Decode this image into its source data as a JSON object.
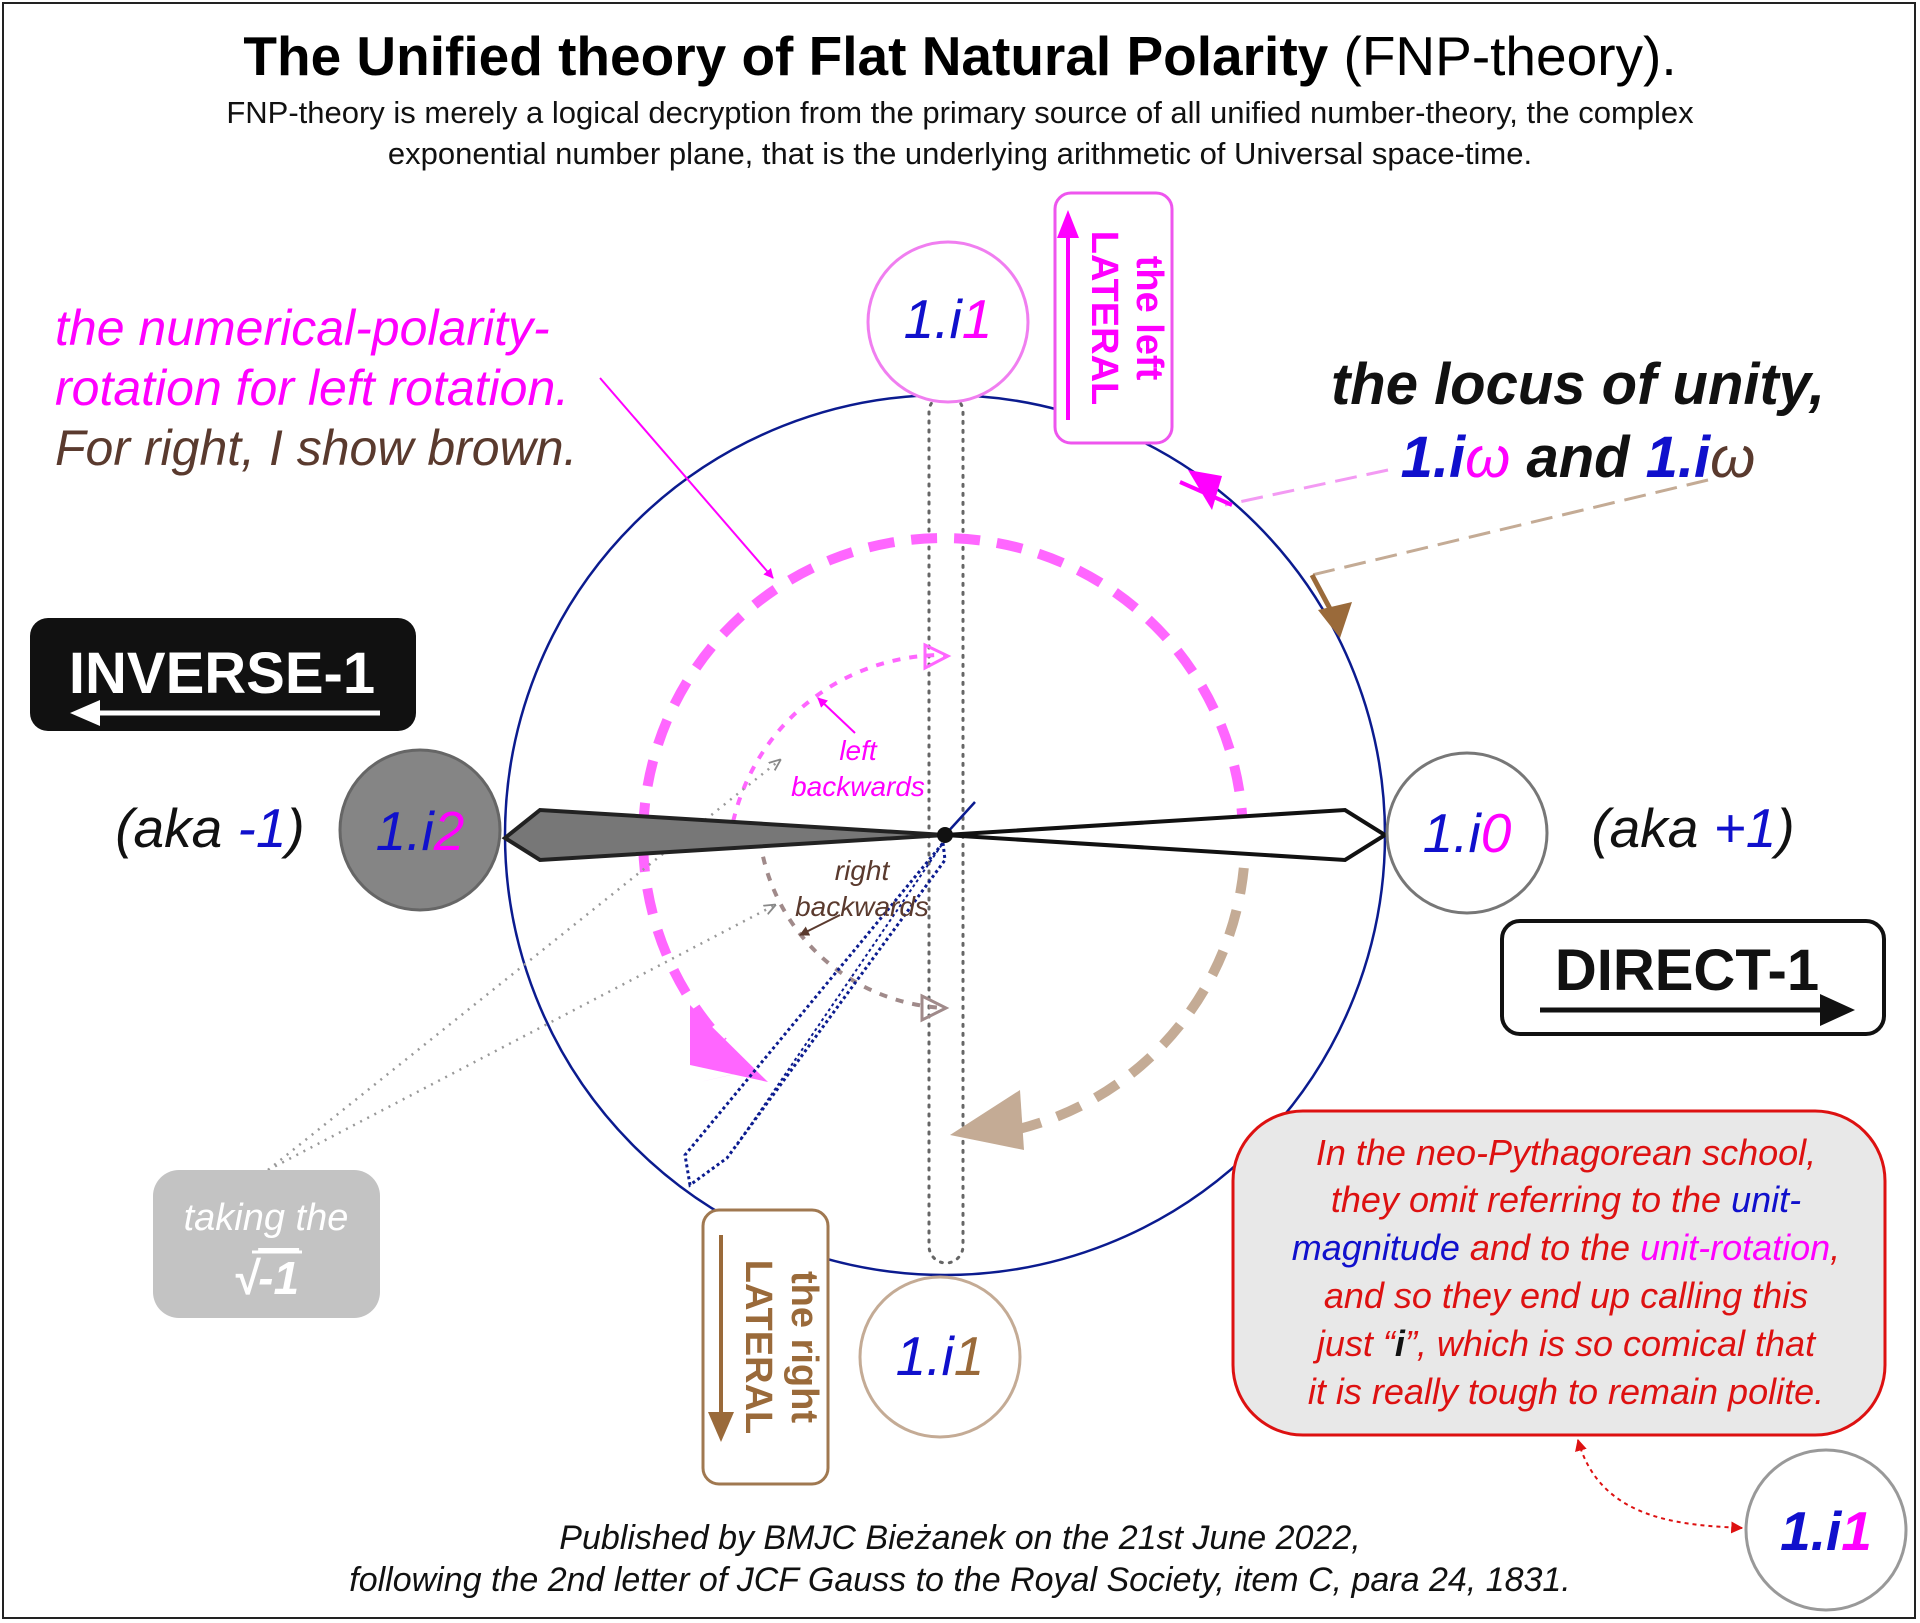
{
  "title": {
    "bold": "The Unified theory of Flat Natural Polarity",
    "normal": " (FNP-theory)."
  },
  "subtitle": {
    "line1": "FNP-theory is merely a logical decryption from the primary source of all unified number-theory, the complex",
    "line2": "exponential number plane, that is the underlying arithmetic of Universal space-time."
  },
  "left_note": {
    "line1": "the numerical-polarity-",
    "line2": "rotation for left rotation.",
    "line3": "For right, I show brown."
  },
  "locus": {
    "line1": "the locus of unity,",
    "one_a": "1.",
    "i_a": "i",
    "omega_a": "ω",
    "and": " and ",
    "one_b": "1.",
    "i_b": "i",
    "omega_b": "ω"
  },
  "points": {
    "top": {
      "one": "1.",
      "i": "i",
      "n": "1"
    },
    "bottom": {
      "one": "1.",
      "i": "i",
      "n": "1"
    },
    "left": {
      "one": "1.",
      "i": "i",
      "n": "2"
    },
    "right": {
      "one": "1.",
      "i": "i",
      "n": "0"
    },
    "corner": {
      "one": "1.",
      "i": "i",
      "n": "1"
    }
  },
  "aka_left": {
    "open": "(aka ",
    "value": "-1",
    "close": ")"
  },
  "aka_right": {
    "open": "(aka ",
    "value": "+1",
    "close": ")"
  },
  "inverse_label": "INVERSE-1",
  "direct_label": "DIRECT-1",
  "left_lateral": {
    "line1": "the left",
    "line2": "LATERAL"
  },
  "right_lateral": {
    "line1": "the right",
    "line2": "LATERAL"
  },
  "left_backwards": {
    "line1": "left",
    "line2": "backwards"
  },
  "right_backwards": {
    "line1": "right",
    "line2": "backwards"
  },
  "sqrt_box": {
    "line1": "taking the",
    "radical": "√",
    "radicand": "-1"
  },
  "neo_note": {
    "l1": "In the neo-Pythagorean school,",
    "l2a": "they omit referring to the ",
    "l2b": "unit-",
    "l3a": "magnitude",
    "l3b": " and to the ",
    "l3c": "unit-rotation",
    "l3d": ",",
    "l4": "and so they end up calling this",
    "l5a": "just “",
    "l5b": "i",
    "l5c": "”, which is so comical that",
    "l6": "it is really tough to remain polite."
  },
  "footer": {
    "line1": "Published by BMJC Bieżanek on the 21st June 2022,",
    "line2": "following the 2nd letter of JCF Gauss to the Royal Society, item C, para 24, 1831."
  },
  "colors": {
    "magenta": "#ff00ff",
    "blue": "#1010cc",
    "brown": "#5a3a2e",
    "tan_brown": "#9a6a3a",
    "red": "#dd1111",
    "gray": "#777777",
    "circle_navy": "#0b1b8f"
  }
}
